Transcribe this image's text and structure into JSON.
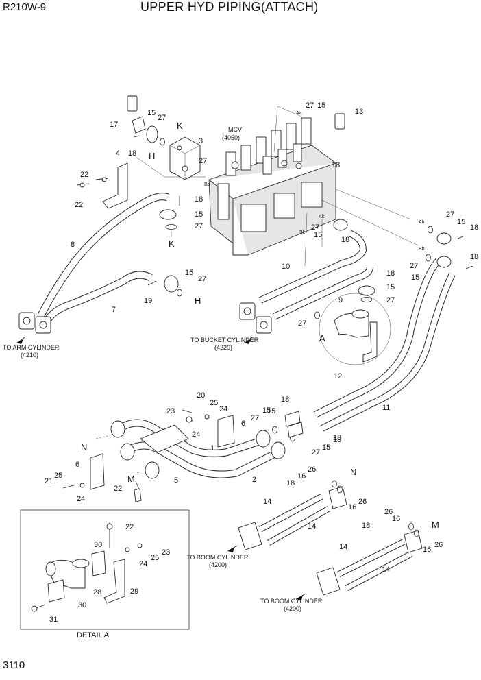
{
  "header": {
    "model": "R210W-9",
    "title": "UPPER HYD PIPING(ATTACH)"
  },
  "page_number": "3110",
  "detail_label": "DETAIL  A",
  "notes": {
    "mcv_line1": "MCV",
    "mcv_line2": "(4050)",
    "arm_line1": "TO ARM CYLINDER",
    "arm_line2": "(4210)",
    "bucket_line1": "TO BUCKET CYLINDER",
    "bucket_line2": "(4220)",
    "boom1_line1": "TO BOOM CYLINDER",
    "boom1_line2": "(4200)",
    "boom2_line1": "TO BOOM CYLINDER",
    "boom2_line2": "(4200)"
  },
  "port_labels": {
    "aa": "Aa",
    "ba": "Ba",
    "ak": "Ak",
    "bk": "Bk",
    "ab": "Ab",
    "bb": "Bb"
  },
  "view_letters": {
    "k_top": "K",
    "h_top": "H",
    "k_bottom": "K",
    "h_bottom": "H",
    "a_upper": "A",
    "n_left": "N",
    "m_left": "M",
    "n_right": "N",
    "m_right": "M"
  },
  "callouts": [
    "13",
    "27",
    "15",
    "17",
    "15",
    "27",
    "18",
    "3",
    "4",
    "22",
    "22",
    "27",
    "18",
    "18",
    "15",
    "27",
    "8",
    "7",
    "19",
    "15",
    "27",
    "10",
    "27",
    "15",
    "18",
    "18",
    "15",
    "27",
    "9",
    "27",
    "27",
    "15",
    "18",
    "27",
    "18",
    "15",
    "12",
    "11",
    "20",
    "25",
    "24",
    "23",
    "24",
    "6",
    "27",
    "15",
    "18",
    "1",
    "6",
    "21",
    "25",
    "24",
    "5",
    "22",
    "2",
    "18",
    "15",
    "18",
    "27",
    "15",
    "26",
    "16",
    "18",
    "26",
    "16",
    "14",
    "14",
    "26",
    "16",
    "18",
    "26",
    "16",
    "14",
    "14",
    "22",
    "30",
    "23",
    "25",
    "24",
    "28",
    "29",
    "30",
    "31"
  ]
}
